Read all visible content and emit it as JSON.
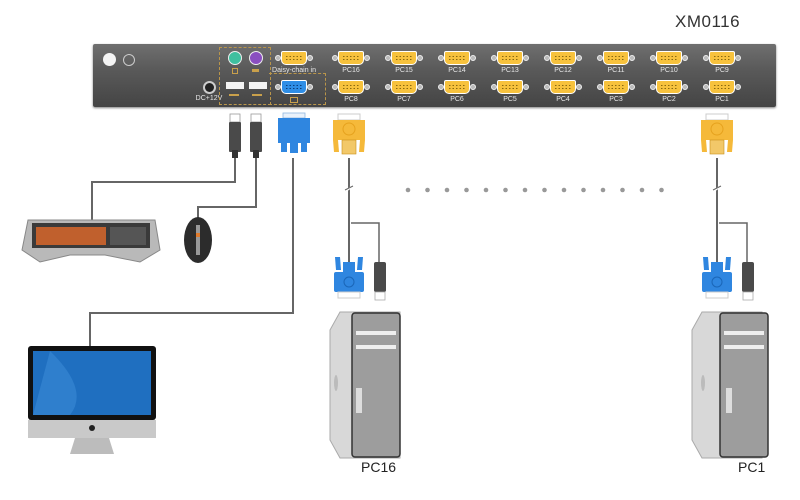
{
  "title": "XM0116",
  "kvm_switch": {
    "power_label": "DC+12V",
    "daisy_chain_label": "Daisy-chain in",
    "console_ports": [
      "ps2-keyboard",
      "ps2-mouse",
      "usb",
      "usb",
      "vga-monitor"
    ],
    "top_row_ports": [
      "PC16",
      "PC15",
      "PC14",
      "PC13",
      "PC12",
      "PC11",
      "PC10",
      "PC9"
    ],
    "bottom_row_ports": [
      "PC8",
      "PC7",
      "PC6",
      "PC5",
      "PC4",
      "PC3",
      "PC2",
      "PC1"
    ],
    "colors": {
      "vga_pc_port": "#f7c23d",
      "vga_monitor_port": "#2f8ee6",
      "ps2_keyboard": "#3fbf9f",
      "ps2_mouse": "#8a4fc0"
    }
  },
  "peripherals": {
    "keyboard": "keyboard",
    "mouse": "mouse",
    "monitor": "monitor"
  },
  "computers": [
    {
      "label": "PC16"
    },
    {
      "label": "PC1"
    }
  ],
  "ellipsis_dots": 14
}
